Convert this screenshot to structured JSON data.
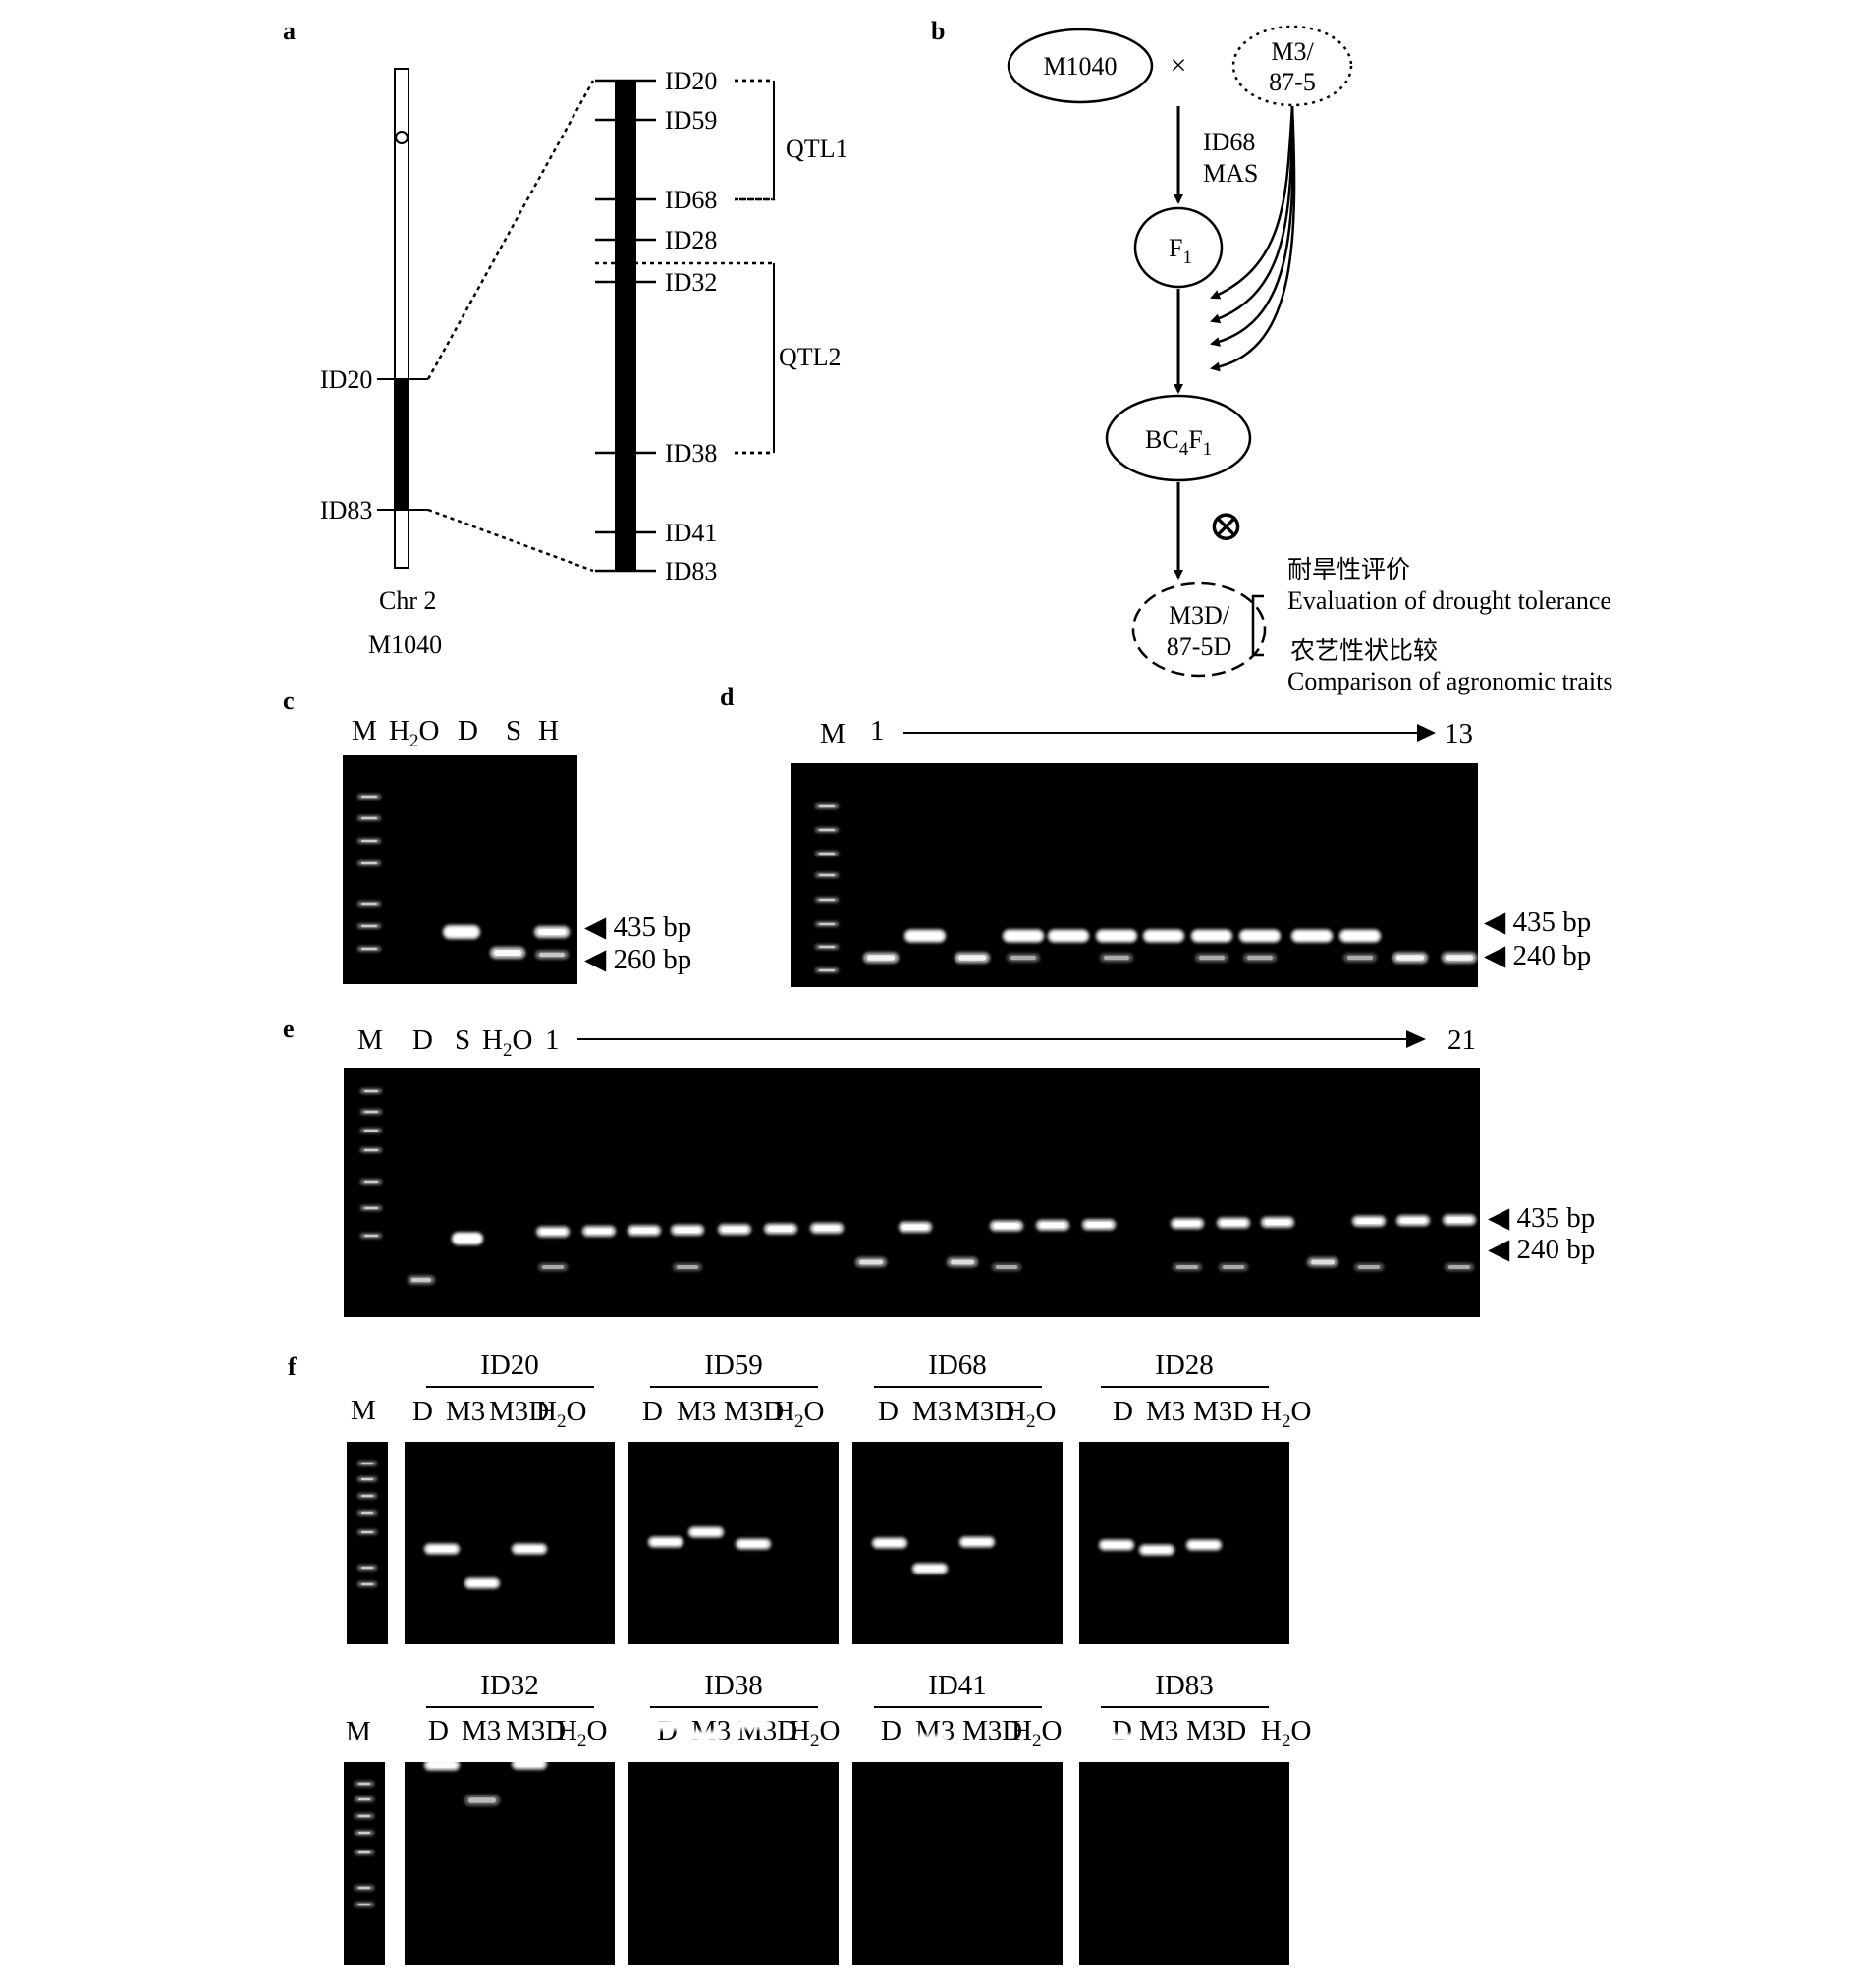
{
  "panels": [
    "a",
    "b",
    "c",
    "d",
    "e",
    "f"
  ],
  "panel_a": {
    "chr_markers": [
      "ID20",
      "ID83"
    ],
    "chr_name": "Chr 2",
    "line_name": "M1040",
    "region_markers": [
      "ID20",
      "ID59",
      "ID68",
      "ID28",
      "ID32",
      "ID38",
      "ID41",
      "ID83"
    ],
    "qtl": [
      "QTL1",
      "QTL2"
    ]
  },
  "panel_b": {
    "parent1": "M1040",
    "cross": "×",
    "parent2_l1": "M3/",
    "parent2_l2": "87-5",
    "mas_l1": "ID68",
    "mas_l2": "MAS",
    "f1": "F",
    "f1_sub": "1",
    "bc_a": "BC",
    "bc_sub1": "4",
    "bc_b": "F",
    "bc_sub2": "1",
    "self": "⊗",
    "final_l1": "M3D/",
    "final_l2": "87-5D",
    "eval_cn": "耐旱性评价",
    "eval_en": "Evaluation of drought tolerance",
    "comp_cn": "农艺性状比较",
    "comp_en": "Comparison of agronomic traits"
  },
  "panel_c": {
    "lanes": [
      "M",
      "H",
      "2",
      "O",
      "D",
      "S",
      "H"
    ],
    "bands": [
      "◀ 435 bp",
      "◀ 260 bp"
    ]
  },
  "panel_d": {
    "m": "M",
    "start": "1",
    "end": "13",
    "bands": [
      "◀ 435 bp",
      "◀ 240 bp"
    ]
  },
  "panel_e": {
    "m": "M",
    "d": "D",
    "s": "S",
    "h2o_h": "H",
    "h2o_2": "2",
    "h2o_o": "O",
    "start": "1",
    "end": "21",
    "bands": [
      "◀ 435 bp",
      "◀ 240 bp"
    ]
  },
  "panel_f": {
    "m": "M",
    "markers": [
      "ID20",
      "ID59",
      "ID68",
      "ID28",
      "ID32",
      "ID38",
      "ID41",
      "ID83"
    ],
    "lane_d": "D",
    "lane_m3": "M3",
    "lane_m3d": "M3D",
    "lane_h": "H",
    "lane_2": "2",
    "lane_o": "O"
  }
}
